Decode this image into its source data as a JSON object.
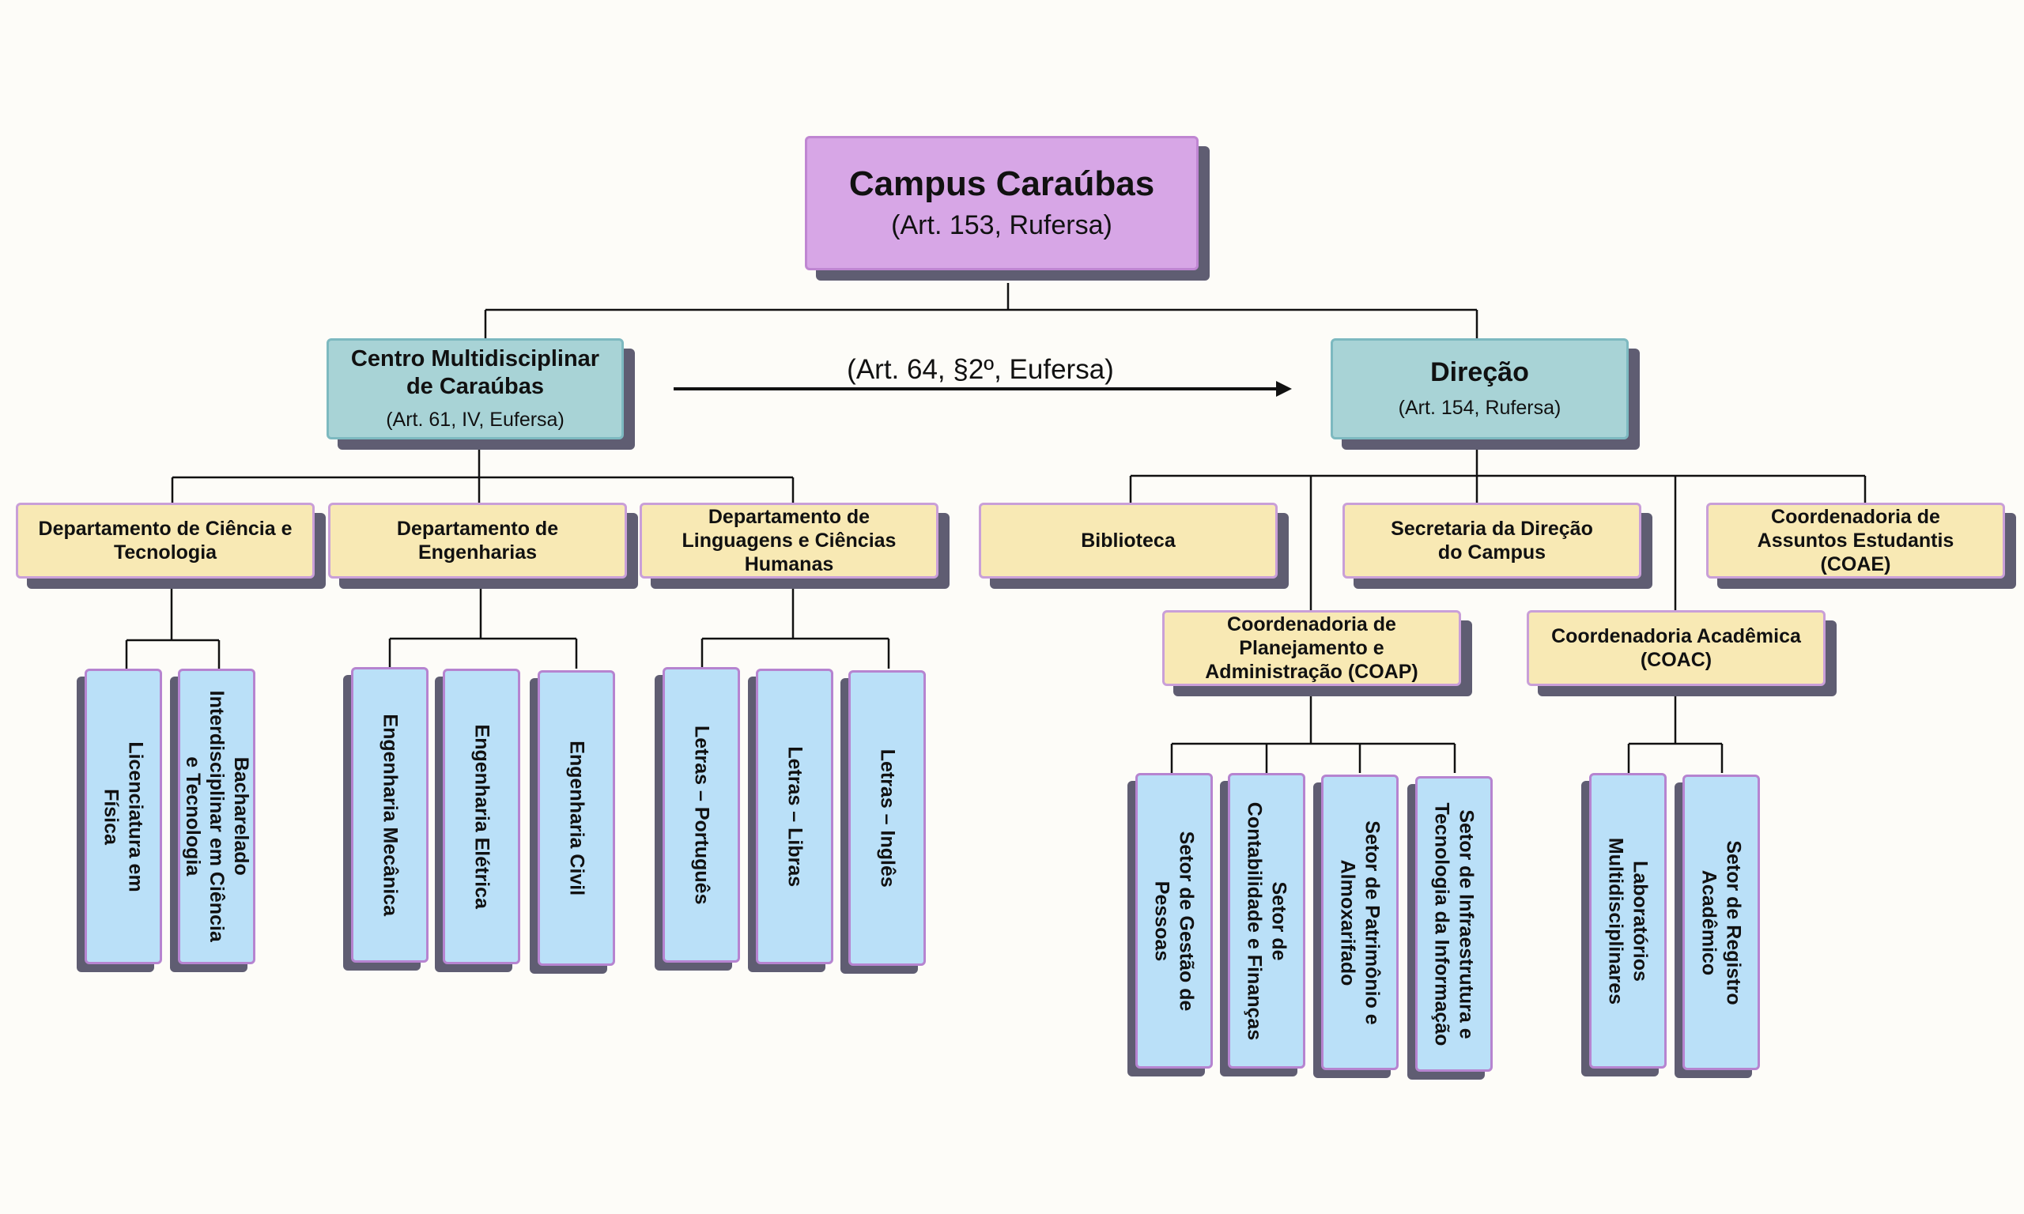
{
  "root": {
    "title": "Campus Caraúbas",
    "subtitle": "(Art. 153, Rufersa)"
  },
  "centro": {
    "title": "Centro Multidisciplinar\nde Caraúbas",
    "subtitle": "(Art. 61, IV, Eufersa)"
  },
  "direcao": {
    "title": "Direção",
    "subtitle": "(Art. 154, Rufersa)"
  },
  "arrow_label": "(Art. 64, §2º, Eufersa)",
  "departments": [
    {
      "title": "Departamento de Ciência e\nTecnologia",
      "courses": [
        "Licenciatura em\nFísica",
        "Bacharelado\nInterdisciplinar em Ciência\ne Tecnologia"
      ]
    },
    {
      "title": "Departamento de\nEngenharias",
      "courses": [
        "Engenharia Mecânica",
        "Engenharia Elétrica",
        "Engenharia Civil"
      ]
    },
    {
      "title": "Departamento de\nLinguagens e Ciências\nHumanas",
      "courses": [
        "Letras – Português",
        "Letras – Libras",
        "Letras – Inglês"
      ]
    }
  ],
  "direcao_units": {
    "biblioteca": "Biblioteca",
    "secretaria": "Secretaria da Direção\ndo Campus",
    "coae": "Coordenadoria de\nAssuntos Estudantis\n(COAE)",
    "coap": "Coordenadoria de\nPlanejamento e\nAdministração (COAP)",
    "coac": "Coordenadoria Acadêmica\n(COAC)"
  },
  "coap_sectors": [
    "Setor de Gestão de\nPessoas",
    "Setor de\nContabilidade e Finanças",
    "Setor de Patrimônio e\nAlmoxarifado",
    "Setor de Infraestrutura e\nTecnologia da Informação"
  ],
  "coac_sectors": [
    "Laboratórios\nMultidisciplinares",
    "Setor de Registro\nAcadêmico"
  ],
  "colors": {
    "root": "#d7a6e6",
    "level1": "#a8d3d6",
    "level2": "#f8e9b4",
    "leaf": "#bae0f8",
    "shadow": "#5f5d72",
    "background": "#fdfcf8"
  }
}
